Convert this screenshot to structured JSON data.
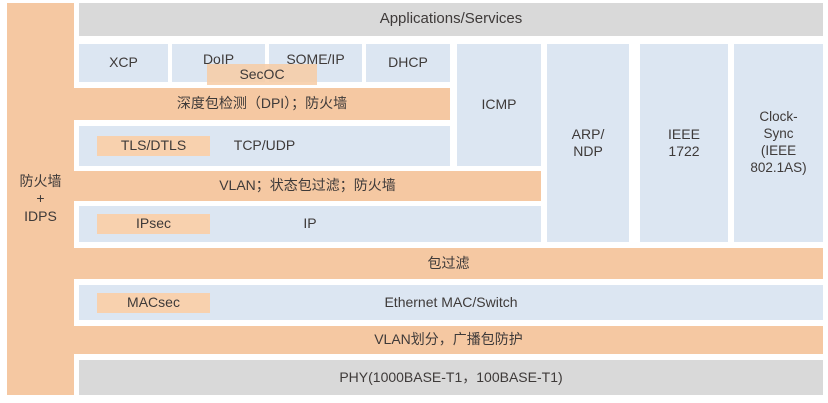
{
  "colors": {
    "row_orange": "#f5c8a2",
    "label_orange": "#f8d1ae",
    "layer_blue": "#dce6f2",
    "layer_gray": "#d9d9d9",
    "text": "#3e3a39"
  },
  "firewall_bar": {
    "label": "防火墙\n+\nIDPS"
  },
  "top": {
    "applications": "Applications/Services"
  },
  "app_row": {
    "items": [
      "XCP",
      "DoIP",
      "SOME/IP",
      "DHCP"
    ],
    "secoc": "SecOC"
  },
  "security_rows": {
    "dpi": "深度包检测（DPI）；防火墙",
    "vlan_filter": "VLAN；状态包过滤；防火墙",
    "packet_filter": "包过滤",
    "vlan_partition": "VLAN划分，广播包防护"
  },
  "transport": {
    "tls": "TLS/DTLS",
    "tcp": "TCP/UDP"
  },
  "network": {
    "ipsec": "IPsec",
    "ip": "IP",
    "icmp": "ICMP",
    "arp_ndp": "ARP/\nNDP"
  },
  "link": {
    "macsec": "MACsec",
    "mac_switch": "Ethernet MAC/Switch",
    "ieee1722": "IEEE\n1722",
    "clock_sync": "Clock-\nSync\n(IEEE\n802.1AS)"
  },
  "phy": {
    "label": "PHY(1000BASE-T1，100BASE-T1)"
  }
}
